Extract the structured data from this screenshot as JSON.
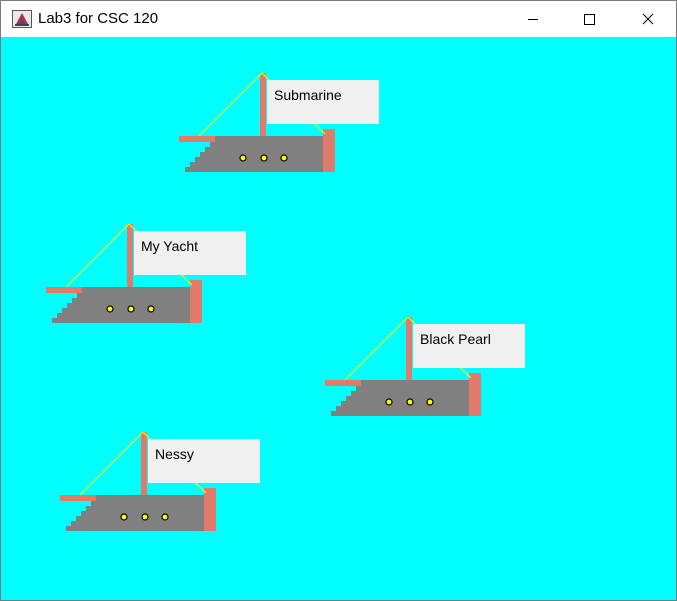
{
  "window": {
    "title": "Lab3 for CSC 120",
    "icon": "java-cup-icon",
    "controls": [
      "minimize",
      "maximize",
      "close"
    ]
  },
  "canvas": {
    "background": "#00ffff"
  },
  "colors": {
    "hull": "#808080",
    "mast": "#e07a6a",
    "rigging": "#ffff00",
    "sail": "#f0f0f0",
    "porthole_fill": "#ffff00",
    "porthole_outline": "#000000"
  },
  "ships": [
    {
      "name": "Submarine"
    },
    {
      "name": "My Yacht"
    },
    {
      "name": "Black Pearl"
    },
    {
      "name": "Nessy"
    }
  ]
}
